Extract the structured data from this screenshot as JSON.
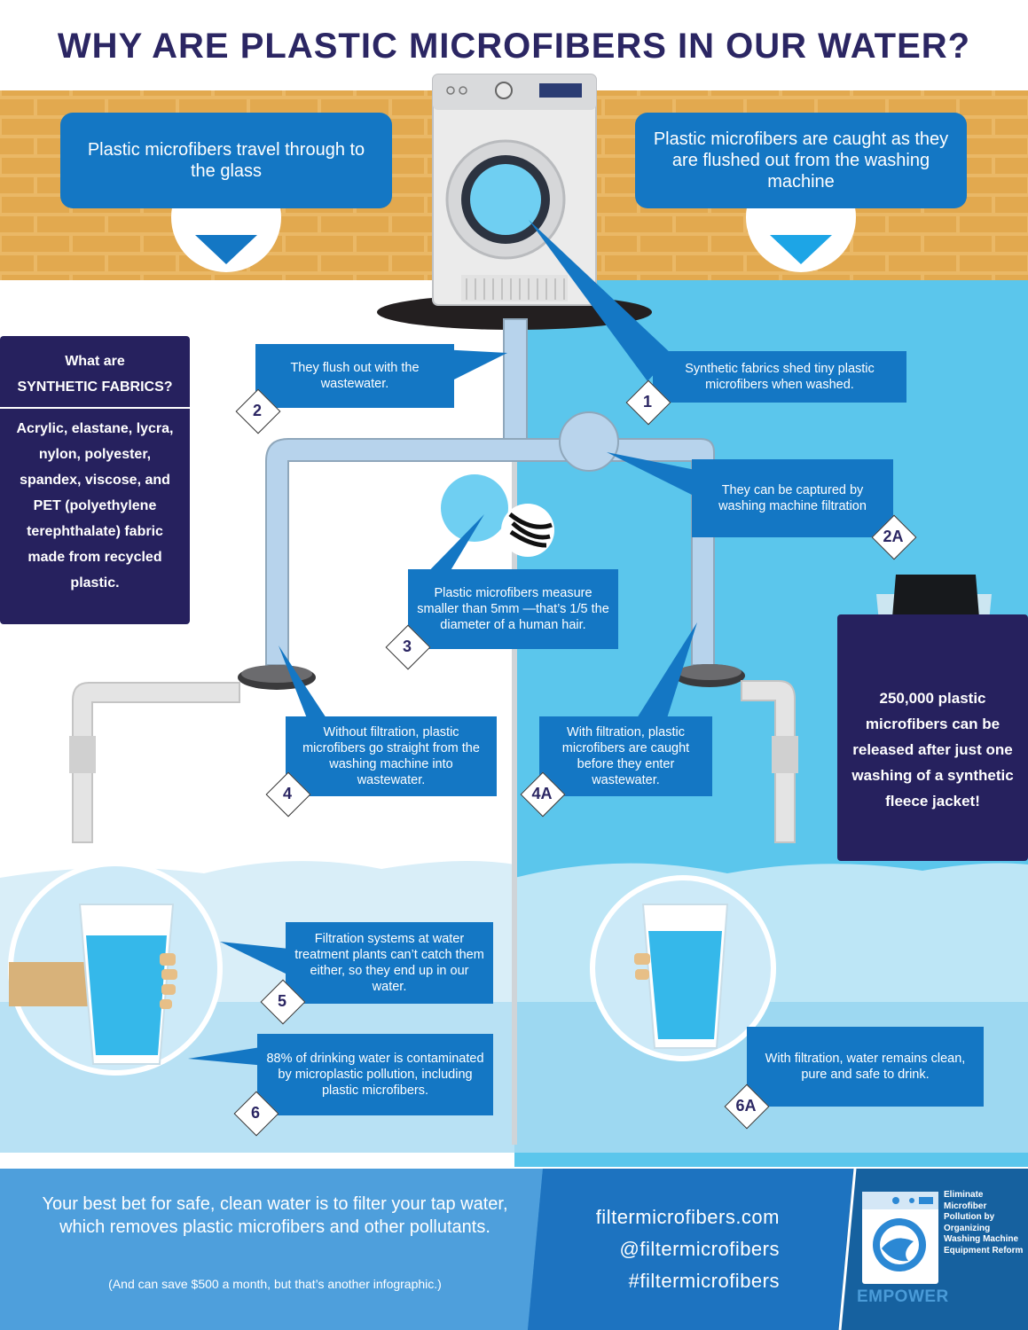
{
  "title": "WHY ARE PLASTIC MICROFIBERS IN OUR WATER?",
  "top_callouts": {
    "left": "Plastic microfibers travel through to the glass",
    "right": "Plastic microfibers are caught as they are flushed out from the washing machine"
  },
  "synthetic_box": {
    "heading_line1": "What are",
    "heading_line2": "SYNTHETIC FABRICS?",
    "body": "Acrylic, elastane, lycra, nylon, polyester, spandex, viscose, and PET (polyethylene terephthalate) fabric made from recycled plastic."
  },
  "fleece_box": {
    "text": "250,000 plastic microfibers can be released after just one washing of a synthetic fleece jacket!"
  },
  "steps": {
    "s1": {
      "number": "1",
      "text": "Synthetic fabrics shed tiny plastic microfibers when washed."
    },
    "s2": {
      "number": "2",
      "text": "They flush out with the wastewater."
    },
    "s2a": {
      "number": "2A",
      "text": "They can be captured by washing machine filtration"
    },
    "s3": {
      "number": "3",
      "text": "Plastic microfibers measure smaller than 5mm —that’s 1/5 the diameter of a human hair."
    },
    "s4": {
      "number": "4",
      "text": "Without filtration, plastic microfibers go straight from the washing machine into wastewater."
    },
    "s4a": {
      "number": "4A",
      "text": "With filtration, plastic microfibers are caught before they enter wastewater."
    },
    "s5": {
      "number": "5",
      "text": "Filtration systems at water treatment plants can’t catch them either, so they end up in our water."
    },
    "s6": {
      "number": "6",
      "text": "88% of drinking water is contaminated by microplastic pollution, including plastic microfibers."
    },
    "s6a": {
      "number": "6A",
      "text": "With filtration, water remains clean, pure and safe to drink."
    }
  },
  "footer": {
    "main": "Your best bet for safe, clean water is to filter your tap water, which removes plastic microfibers and other pollutants.",
    "note": "(And can save $500 a month, but that’s another infographic.)",
    "website": "filtermicrofibers.com",
    "handle": "@filtermicrofibers",
    "hashtag": "#filtermicrofibers",
    "logo_text": "Eliminate Microfiber Pollution by Organizing Washing Machine Equipment Reform",
    "logo_word": "EMPOWER"
  },
  "colors": {
    "navy": "#2b2663",
    "callout_blue": "#1477c4",
    "water_blue": "#5bc6ec",
    "brick": "#e8b35c",
    "pipe": "#b9d6ee"
  }
}
